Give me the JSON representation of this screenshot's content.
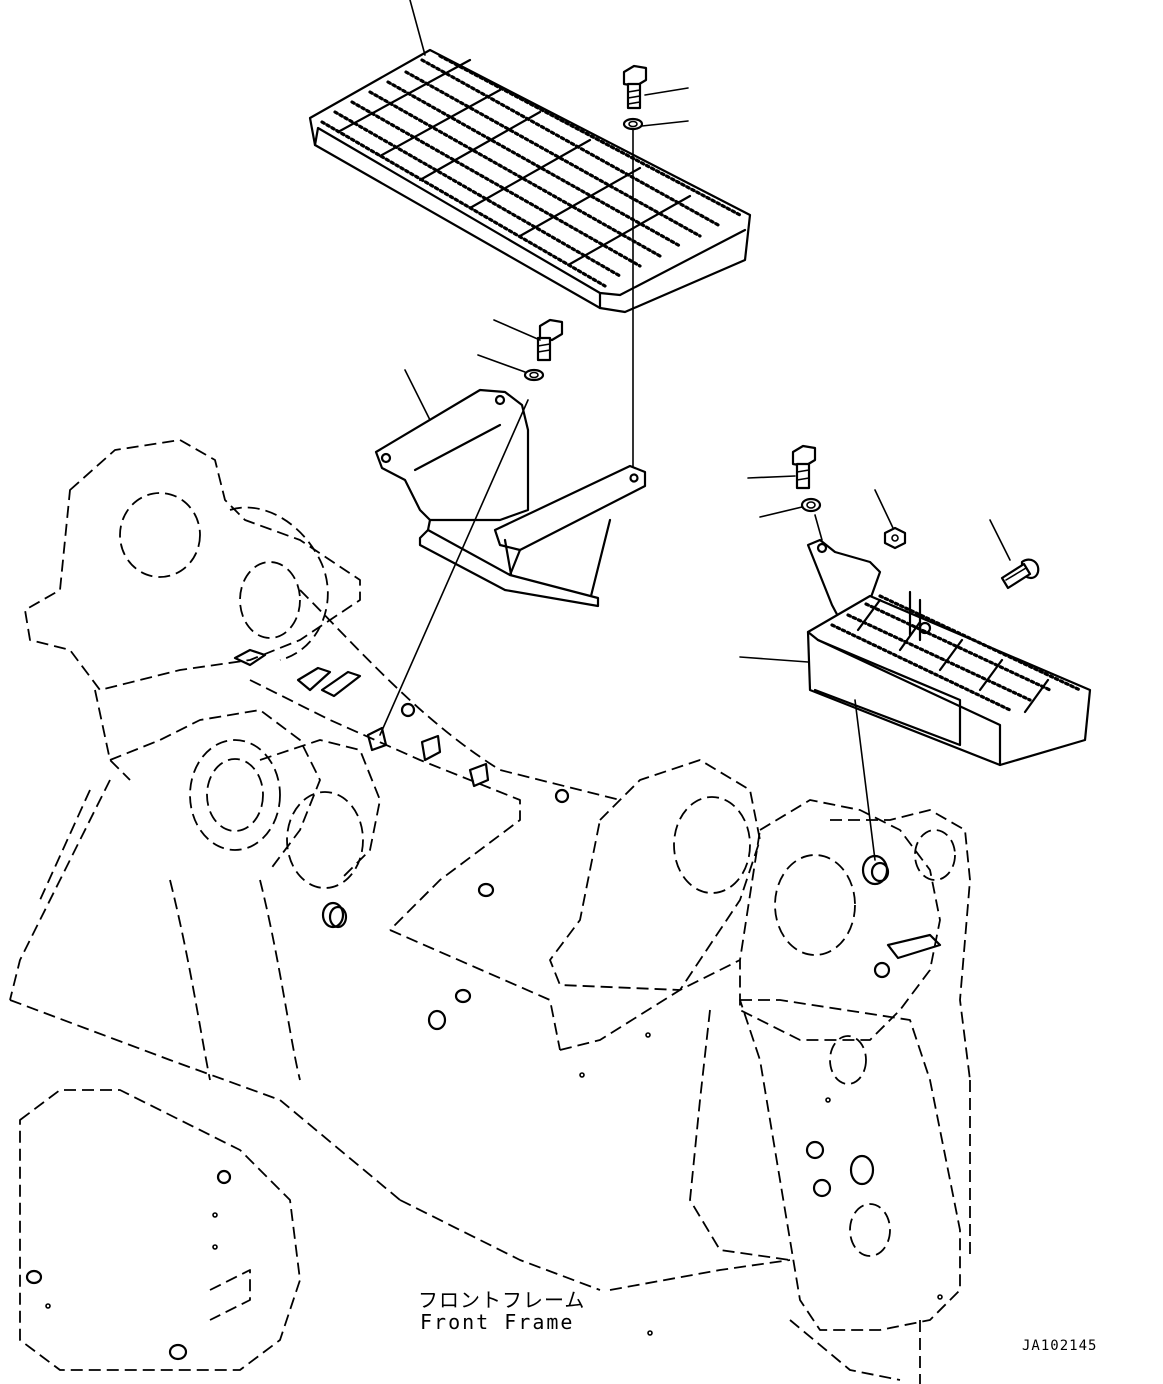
{
  "caption": {
    "japanese": "フロントフレーム",
    "english": "Front Frame"
  },
  "drawing_id": "JA102145"
}
